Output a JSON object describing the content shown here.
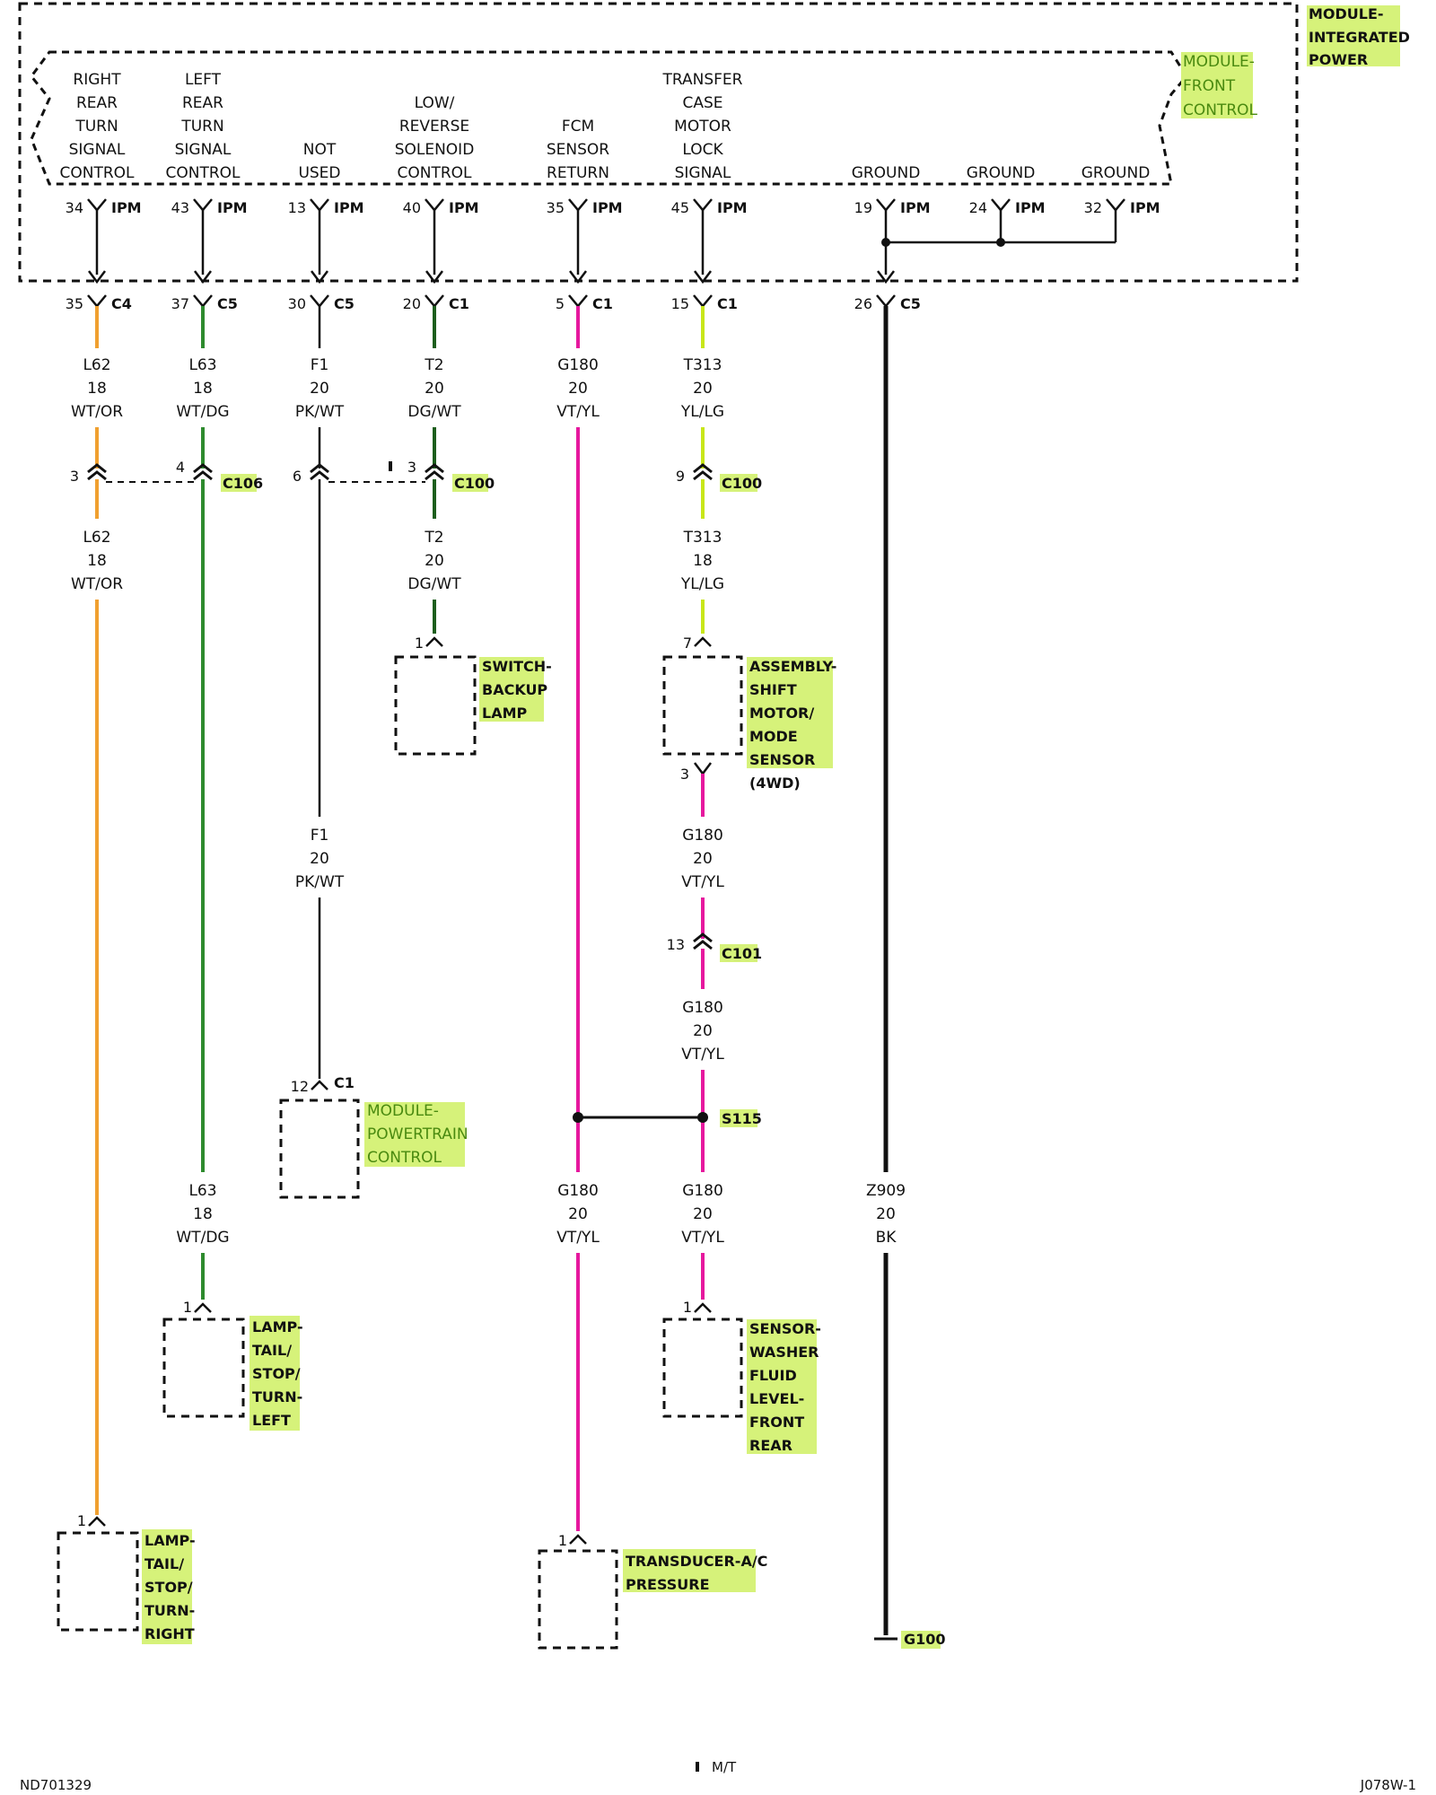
{
  "modules": {
    "ipm_label": [
      "MODULE-",
      "INTEGRATED",
      "POWER"
    ],
    "fcm_label": [
      "MODULE-",
      "FRONT",
      "CONTROL"
    ]
  },
  "circuits": [
    {
      "func": [
        "RIGHT",
        "REAR",
        "TURN",
        "SIGNAL",
        "CONTROL"
      ],
      "ipm_pin": "34",
      "ipm_conn": "IPM",
      "c_pin": "35",
      "c_conn": "C4",
      "wire1": [
        "L62",
        "18",
        "WT/OR"
      ],
      "inline_pin": "3",
      "wire2": [
        "L62",
        "18",
        "WT/OR"
      ],
      "end_pin": "1",
      "component": [
        "LAMP-",
        "TAIL/",
        "STOP/",
        "TURN-",
        "RIGHT"
      ],
      "color": "#f0a030"
    },
    {
      "func": [
        "LEFT",
        "REAR",
        "TURN",
        "SIGNAL",
        "CONTROL"
      ],
      "ipm_pin": "43",
      "ipm_conn": "IPM",
      "c_pin": "37",
      "c_conn": "C5",
      "wire1": [
        "L63",
        "18",
        "WT/DG"
      ],
      "inline_pin": "4",
      "inline_conn": "C106",
      "wire2": [
        "L63",
        "18",
        "WT/DG"
      ],
      "end_pin": "1",
      "component": [
        "LAMP-",
        "TAIL/",
        "STOP/",
        "TURN-",
        "LEFT"
      ],
      "color": "#2e8b2e"
    },
    {
      "func": [
        "NOT",
        "USED"
      ],
      "ipm_pin": "13",
      "ipm_conn": "IPM",
      "c_pin": "30",
      "c_conn": "C5",
      "wire1": [
        "F1",
        "20",
        "PK/WT"
      ],
      "inline_pin": "6",
      "wire2": [
        "F1",
        "20",
        "PK/WT"
      ],
      "end_pin": "12",
      "end_conn": "C1",
      "component": [
        "MODULE-",
        "POWERTRAIN",
        "CONTROL"
      ],
      "color": "#111111"
    },
    {
      "func": [
        "LOW/",
        "REVERSE",
        "SOLENOID",
        "CONTROL"
      ],
      "ipm_pin": "40",
      "ipm_conn": "IPM",
      "c_pin": "20",
      "c_conn": "C1",
      "wire1": [
        "T2",
        "20",
        "DG/WT"
      ],
      "inline_pin": "3",
      "inline_conn": "C100",
      "wire2": [
        "T2",
        "20",
        "DG/WT"
      ],
      "end_pin": "1",
      "component": [
        "SWITCH-",
        "BACKUP",
        "LAMP"
      ],
      "color": "#1d5e1d"
    },
    {
      "func": [
        "FCM",
        "SENSOR",
        "RETURN"
      ],
      "ipm_pin": "35",
      "ipm_conn": "IPM",
      "c_pin": "5",
      "c_conn": "C1",
      "wire1": [
        "G180",
        "20",
        "VT/YL"
      ],
      "wire2": [
        "G180",
        "20",
        "VT/YL"
      ],
      "end_pin": "1",
      "component": [
        "TRANSDUCER-A/C",
        "PRESSURE"
      ],
      "color": "#e6189e"
    },
    {
      "func": [
        "TRANSFER",
        "CASE",
        "MOTOR",
        "LOCK",
        "SIGNAL"
      ],
      "ipm_pin": "45",
      "ipm_conn": "IPM",
      "c_pin": "15",
      "c_conn": "C1",
      "wire1": [
        "T313",
        "20",
        "YL/LG"
      ],
      "inline_pin": "9",
      "inline_conn": "C100",
      "wire2": [
        "T313",
        "18",
        "YL/LG"
      ],
      "end_pin": "7",
      "component": [
        "ASSEMBLY-",
        "SHIFT",
        "MOTOR/",
        "MODE",
        "SENSOR"
      ],
      "component_note": "(4WD)",
      "color": "#c8e619",
      "out_pin": "3",
      "wire3": [
        "G180",
        "20",
        "VT/YL"
      ],
      "inline2_pin": "13",
      "inline2_conn": "C101",
      "wire4": [
        "G180",
        "20",
        "VT/YL"
      ],
      "splice": "S115",
      "wire5": [
        "G180",
        "20",
        "VT/YL"
      ],
      "end2_pin": "1",
      "component2": [
        "SENSOR-",
        "WASHER",
        "FLUID",
        "LEVEL-",
        "FRONT",
        "REAR"
      ]
    }
  ],
  "grounds": {
    "labels": [
      "GROUND",
      "GROUND",
      "GROUND"
    ],
    "pins": [
      "19",
      "24",
      "32"
    ],
    "conn": "IPM",
    "c_pin": "26",
    "c_conn": "C5",
    "wire": [
      "Z909",
      "20",
      "BK"
    ],
    "ground_point": "G100"
  },
  "footer": {
    "left": "ND701329",
    "center": "M/T",
    "right": "J078W-1"
  },
  "colors": {
    "highlight": "#d6f27a",
    "orange": "#f0a030",
    "green": "#2e8b2e",
    "dark_green": "#1d5e1d",
    "magenta": "#e6189e",
    "yellow_green": "#c8e619",
    "black": "#111111"
  }
}
